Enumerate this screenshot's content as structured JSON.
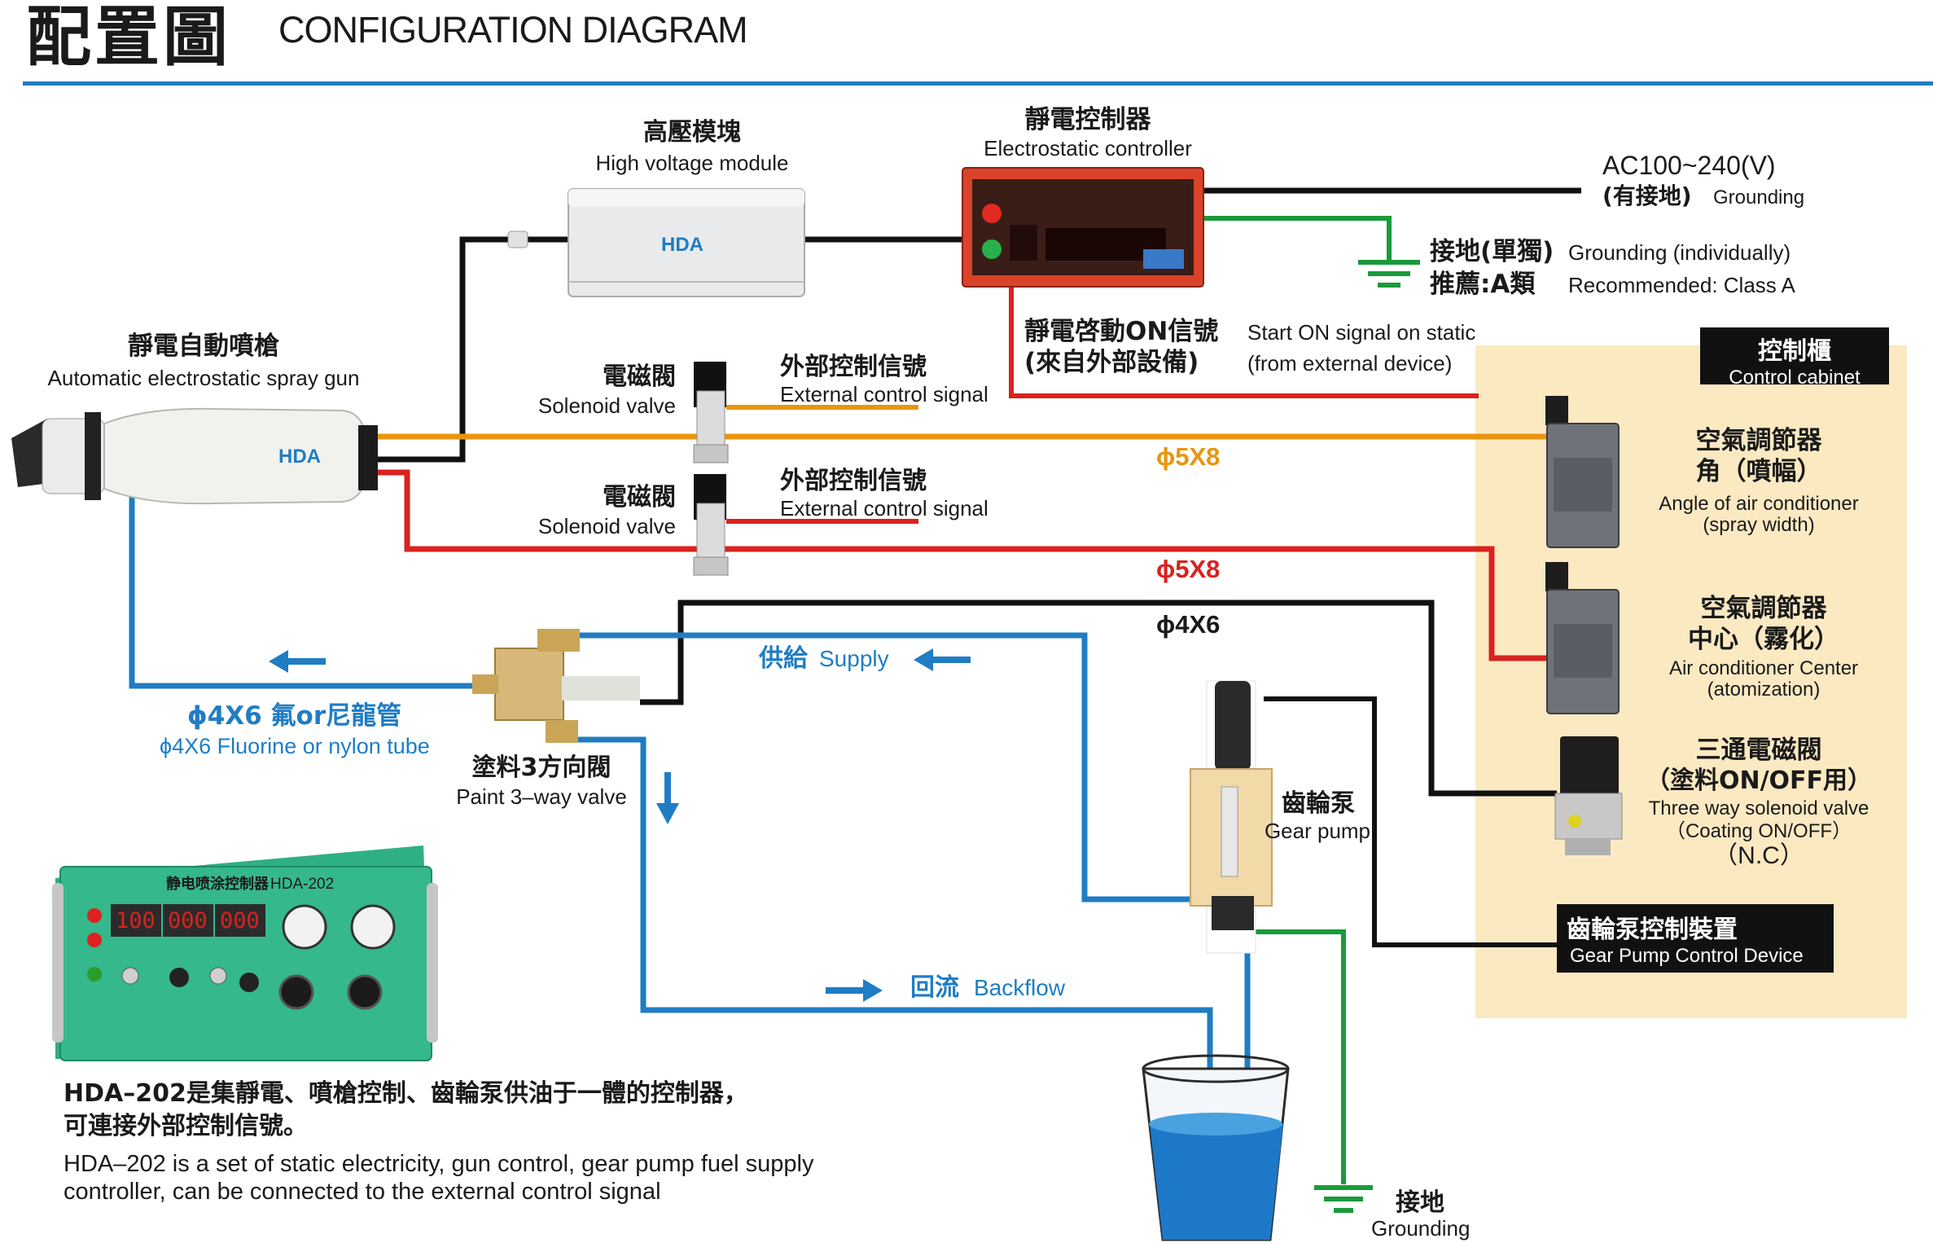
{
  "header": {
    "title_zh": "配置圖",
    "title_en": "CONFIGURATION DIAGRAM",
    "rule_color": "#1f7dc4"
  },
  "colors": {
    "orange_line": "#e9950f",
    "red_line": "#d8231f",
    "blue_line": "#1f7dc4",
    "black_line": "#111111",
    "green_ground": "#1a9a3a",
    "cabinet_bg": "#fbe9c2",
    "controller_body": "#d8432a",
    "panel_green": "#2fae84"
  },
  "components": {
    "hv_module": {
      "zh": "高壓模塊",
      "en": "High voltage module",
      "brand": "HDA"
    },
    "e_controller": {
      "zh": "靜電控制器",
      "en": "Electrostatic controller"
    },
    "power": {
      "line1": "AC100~240(V)",
      "line2_zh": "(有接地)",
      "line2_en": "Grounding"
    },
    "ground_top": {
      "zh1": "接地(單獨)",
      "en1": "Grounding (individually)",
      "zh2": "推薦:A類",
      "en2": "Recommended: Class A"
    },
    "gun": {
      "zh": "靜電自動噴槍",
      "en": "Automatic electrostatic spray gun",
      "brand": "HDA"
    },
    "start_signal": {
      "zh1": "靜電啓動ON信號",
      "en1": "Start ON signal on static",
      "zh2": "(來自外部設備)",
      "en2": "(from external device)"
    },
    "solenoid1": {
      "zh": "電磁閥",
      "en": "Solenoid valve",
      "sig_zh": "外部控制信號",
      "sig_en": "External control signal"
    },
    "solenoid2": {
      "zh": "電磁閥",
      "en": "Solenoid valve",
      "sig_zh": "外部控制信號",
      "sig_en": "External control signal"
    },
    "tube_orange": "ϕ5X8",
    "tube_red": "ϕ5X8",
    "tube_black": "ϕ4X6",
    "cabinet": {
      "zh": "控制櫃",
      "en": "Control cabinet"
    },
    "regulator1": {
      "zh1": "空氣調節器",
      "zh2": "角（噴幅）",
      "en1": "Angle of air conditioner",
      "en2": "(spray width)"
    },
    "regulator2": {
      "zh1": "空氣調節器",
      "zh2": "中心（霧化）",
      "en1": "Air conditioner Center",
      "en2": "(atomization)"
    },
    "three_way": {
      "zh1": "三通電磁閥",
      "zh2": "（塗料ON/OFF用）",
      "en1": "Three way solenoid valve",
      "en2": "（Coating ON/OFF）",
      "nc": "（N.C）"
    },
    "gp_control": {
      "zh": "齒輪泵控制裝置",
      "en": "Gear Pump Control Device"
    },
    "supply": {
      "zh": "供給",
      "en": "Supply"
    },
    "fluor_tube": {
      "zh": "ϕ4X6  氟or尼龍管",
      "en": "ϕ4X6  Fluorine or nylon tube"
    },
    "paint_valve": {
      "zh": "塗料3方向閥",
      "en": "Paint 3–way valve"
    },
    "gear_pump": {
      "zh": "齒輪泵",
      "en": "Gear pump"
    },
    "backflow": {
      "zh": "回流",
      "en": "Backflow"
    },
    "ground_bottom": {
      "zh": "接地",
      "en": "Grounding"
    }
  },
  "panel": {
    "title": "静电喷涂控制器",
    "model": "HDA-202",
    "displays": [
      "100",
      "000",
      "000"
    ]
  },
  "description": {
    "zh1": "HDA–202是集靜電、噴槍控制、齒輪泵供油于一體的控制器，",
    "zh2": "可連接外部控制信號。",
    "en1": "HDA–202 is a set of static electricity, gun control, gear pump fuel supply",
    "en2": "controller, can be connected to the external control signal"
  }
}
